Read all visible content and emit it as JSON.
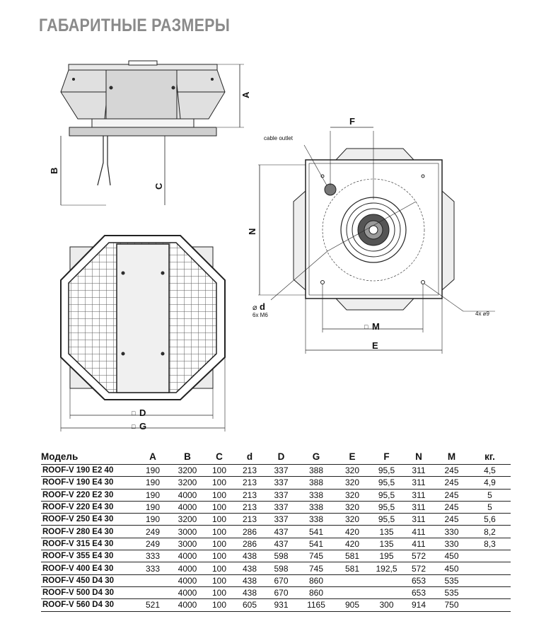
{
  "title": "ГАБАРИТНЫЕ РАЗМЕРЫ",
  "drawing": {
    "labels": {
      "A": "A",
      "B": "B",
      "C": "C",
      "F": "F",
      "N": "N",
      "E": "E",
      "M": "M",
      "D": "D",
      "G": "G",
      "d": "d",
      "diameter_symbol": "⌀",
      "square_symbol": "□",
      "cable_outlet": "cable outlet",
      "bolts": "6x M6",
      "holes": "4x ⌀9"
    }
  },
  "table": {
    "headers": [
      "Модель",
      "A",
      "B",
      "C",
      "d",
      "D",
      "G",
      "E",
      "F",
      "N",
      "M",
      "кг."
    ],
    "rows": [
      [
        "ROOF-V 190 E2 40",
        "190",
        "3200",
        "100",
        "213",
        "337",
        "388",
        "320",
        "95,5",
        "311",
        "245",
        "4,5"
      ],
      [
        "ROOF-V 190 E4 30",
        "190",
        "3200",
        "100",
        "213",
        "337",
        "388",
        "320",
        "95,5",
        "311",
        "245",
        "4,9"
      ],
      [
        "ROOF-V 220 E2 30",
        "190",
        "4000",
        "100",
        "213",
        "337",
        "338",
        "320",
        "95,5",
        "311",
        "245",
        "5"
      ],
      [
        "ROOF-V 220 E4 30",
        "190",
        "4000",
        "100",
        "213",
        "337",
        "338",
        "320",
        "95,5",
        "311",
        "245",
        "5"
      ],
      [
        "ROOF-V 250 E4 30",
        "190",
        "3200",
        "100",
        "213",
        "337",
        "338",
        "320",
        "95,5",
        "311",
        "245",
        "5,6"
      ],
      [
        "ROOF-V 280 E4 30",
        "249",
        "3000",
        "100",
        "286",
        "437",
        "541",
        "420",
        "135",
        "411",
        "330",
        "8,2"
      ],
      [
        "ROOF-V 315 E4 30",
        "249",
        "3000",
        "100",
        "286",
        "437",
        "541",
        "420",
        "135",
        "411",
        "330",
        "8,3"
      ],
      [
        "ROOF-V 355 E4 30",
        "333",
        "4000",
        "100",
        "438",
        "598",
        "745",
        "581",
        "195",
        "572",
        "450",
        ""
      ],
      [
        "ROOF-V 400 E4 30",
        "333",
        "4000",
        "100",
        "438",
        "598",
        "745",
        "581",
        "192,5",
        "572",
        "450",
        ""
      ],
      [
        "ROOF-V 450 D4 30",
        "",
        "4000",
        "100",
        "438",
        "670",
        "860",
        "",
        "",
        "653",
        "535",
        ""
      ],
      [
        "ROOF-V 500 D4 30",
        "",
        "4000",
        "100",
        "438",
        "670",
        "860",
        "",
        "",
        "653",
        "535",
        ""
      ],
      [
        "ROOF-V 560 D4 30",
        "521",
        "4000",
        "100",
        "605",
        "931",
        "1165",
        "905",
        "300",
        "914",
        "750",
        ""
      ]
    ]
  }
}
